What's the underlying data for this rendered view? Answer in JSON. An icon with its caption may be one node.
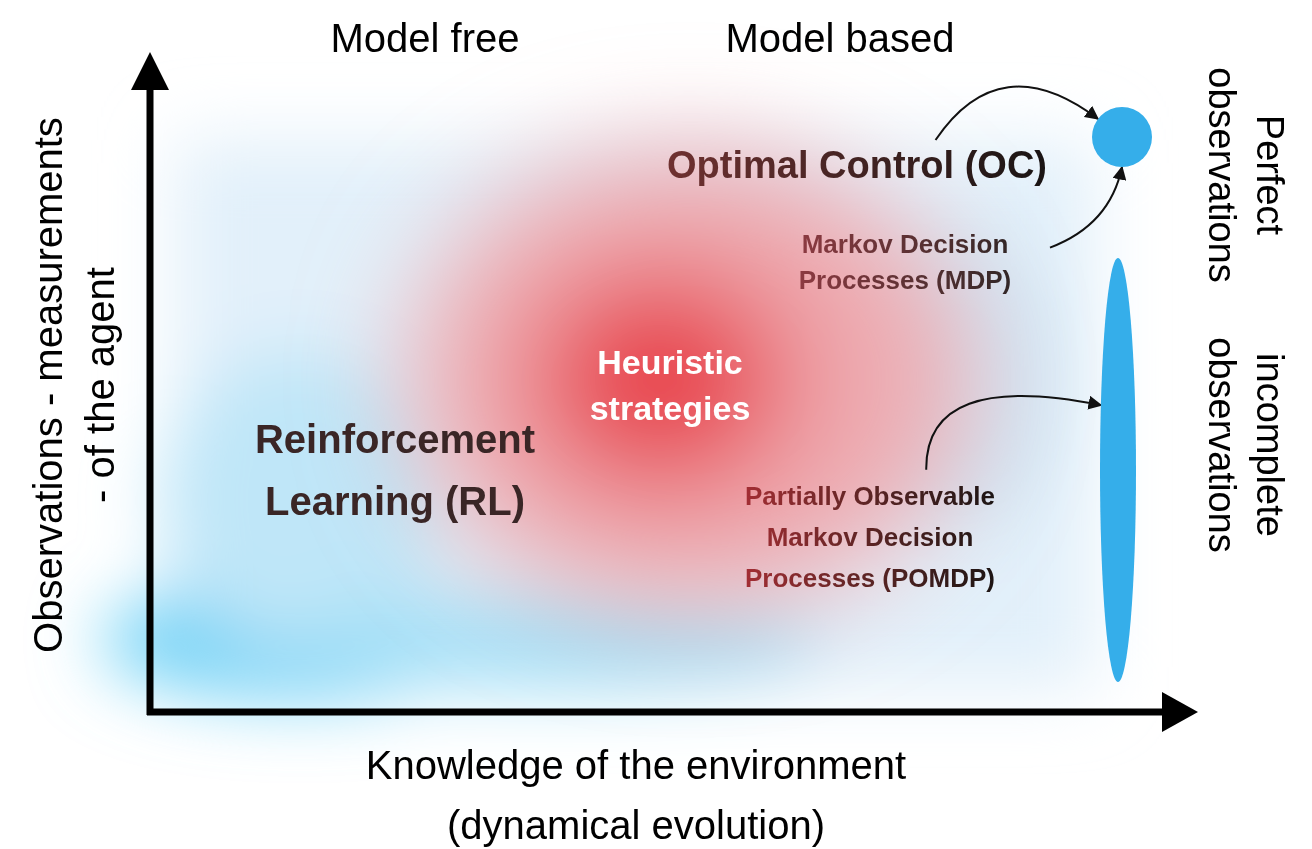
{
  "diagram": {
    "nodes": [
      {
        "text": [
          "Optimal Control (OC)"
        ]
      },
      {
        "text": [],
        "shape": "circle"
      },
      {
        "text": [
          "Markov Decision Processes (MDP)"
        ]
      },
      {
        "text": [],
        "shape": "ellipse"
      },
      {
        "text": [
          "Partially Observable Markov Decision Processes (POMDP)"
        ]
      }
    ],
    "edges": [
      {
        "from": 0,
        "to": 1,
        "arrow": "to"
      },
      {
        "from": 2,
        "to": 1,
        "arrow": "to"
      },
      {
        "from": 4,
        "to": 3,
        "arrow": "to"
      }
    ],
    "labels": [
      "Model free",
      "Model based",
      "Perfect observations",
      "Observations - measurements - of the agent",
      "Reinforcement Learning (RL)",
      "Heuristic strategies",
      "incomplete observations",
      "Knowledge of the environment (dynamical evolution)"
    ]
  }
}
